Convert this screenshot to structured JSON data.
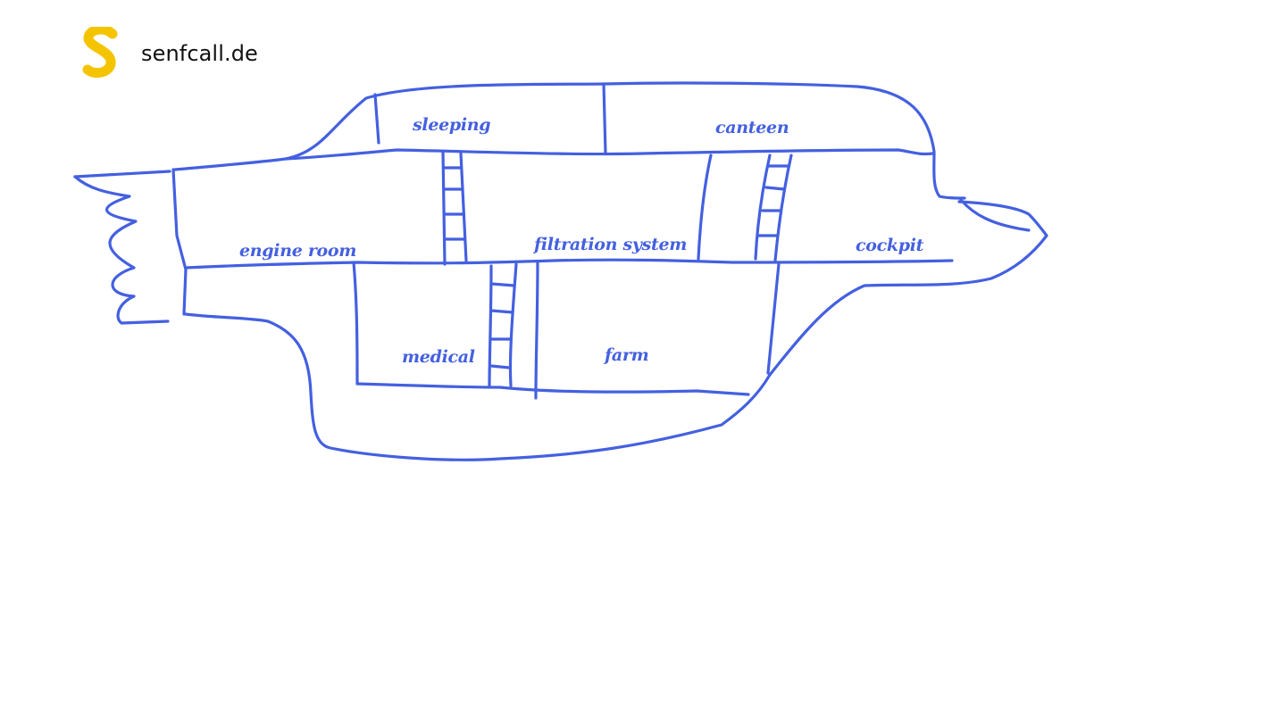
{
  "brand": {
    "name": "senfcall.de",
    "logo_icon": "mustard-s-logo-icon",
    "logo_color": "#F5C400"
  },
  "diagram": {
    "stroke_color": "#4460E0",
    "rooms": {
      "sleeping": "sleeping",
      "canteen": "canteen",
      "engine_room": "engine room",
      "filtration_system": "filtration system",
      "cockpit": "cockpit",
      "medical": "medical",
      "farm": "farm"
    }
  }
}
